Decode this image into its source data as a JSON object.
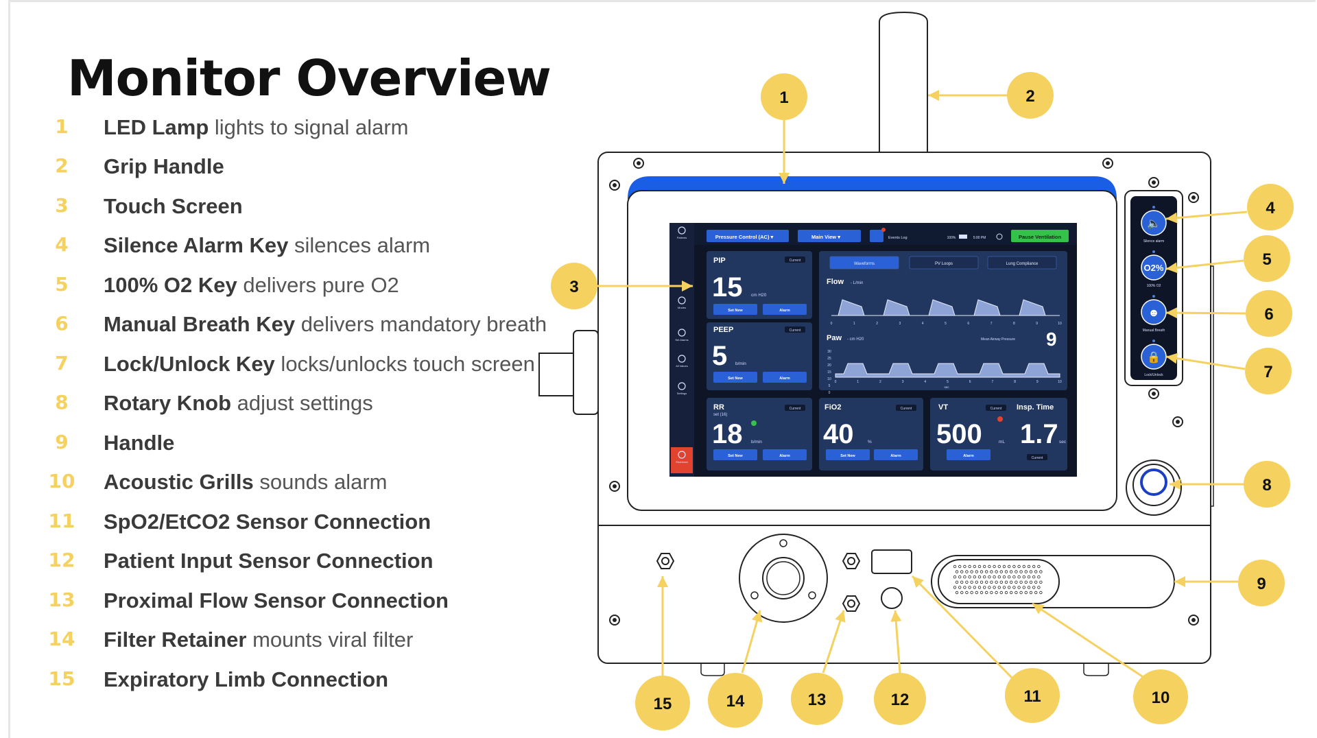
{
  "title": "Monitor Overview",
  "legend": [
    {
      "num": "1",
      "name": "LED Lamp",
      "desc": "lights to signal alarm"
    },
    {
      "num": "2",
      "name": "Grip Handle",
      "desc": ""
    },
    {
      "num": "3",
      "name": "Touch Screen",
      "desc": ""
    },
    {
      "num": "4",
      "name": "Silence Alarm Key",
      "desc": "silences alarm"
    },
    {
      "num": "5",
      "name": "100% O2 Key",
      "desc": "delivers pure O2"
    },
    {
      "num": "6",
      "name": "Manual Breath Key",
      "desc": "delivers mandatory breath"
    },
    {
      "num": "7",
      "name": "Lock/Unlock Key",
      "desc": "locks/unlocks touch screen"
    },
    {
      "num": "8",
      "name": "Rotary Knob",
      "desc": "adjust settings"
    },
    {
      "num": "9",
      "name": "Handle",
      "desc": ""
    },
    {
      "num": "10",
      "name": "Acoustic Grills",
      "desc": "sounds alarm"
    },
    {
      "num": "11",
      "name": "SpO2/EtCO2 Sensor Connection",
      "desc": ""
    },
    {
      "num": "12",
      "name": "Patient Input Sensor Connection",
      "desc": ""
    },
    {
      "num": "13",
      "name": "Proximal Flow Sensor Connection",
      "desc": ""
    },
    {
      "num": "14",
      "name": "Filter Retainer",
      "desc": "mounts viral filter"
    },
    {
      "num": "15",
      "name": "Expiratory Limb Connection",
      "desc": ""
    }
  ],
  "callouts": [
    "1",
    "2",
    "3",
    "4",
    "5",
    "6",
    "7",
    "8",
    "9",
    "10",
    "11",
    "12",
    "13",
    "14",
    "15"
  ],
  "colors": {
    "callout": "#f5d160",
    "led_lamp": "#1a5ee6",
    "screen_bg": "#1c2a4a",
    "panel": "#22375f",
    "button": "#2a61d6",
    "pause": "#35c24a",
    "shutdown": "#e0442f",
    "outline": "#222222"
  },
  "screen": {
    "sidebar": [
      "Patients",
      "Modes",
      "Set Alarms",
      "All Values",
      "Settings",
      "Shutdown"
    ],
    "mode_select": "Pressure Control (AC)",
    "view_select": "Main View",
    "events_log": "Events Log",
    "battery": "100%",
    "time": "5:00 PM",
    "pause_button": "Pause Ventilation",
    "tabs": [
      "Waveforms",
      "PV Loops",
      "Lung Compliance"
    ],
    "pip": {
      "label": "PIP",
      "value": "15",
      "unit": "cm H20",
      "tag": "Current",
      "btn1": "Set New",
      "btn2": "Alarm"
    },
    "peep": {
      "label": "PEEP",
      "value": "5",
      "unit": "b/min",
      "tag": "Current",
      "btn1": "Set New",
      "btn2": "Alarm"
    },
    "flow": {
      "label": "Flow",
      "unit": "L/min",
      "ticks": [
        "0",
        "1",
        "2",
        "3",
        "4",
        "5",
        "6",
        "7",
        "8",
        "9",
        "10"
      ]
    },
    "paw": {
      "label": "Paw",
      "unit": "cm H20",
      "mean_label": "Mean Airway Pressure",
      "mean_value": "9",
      "yticks": [
        "30",
        "25",
        "20",
        "15",
        "10",
        "5",
        "0"
      ],
      "ticks": [
        "0",
        "1",
        "2",
        "3",
        "4",
        "5",
        "6",
        "7",
        "8",
        "9",
        "10"
      ],
      "xlabel": "sec"
    },
    "rr": {
      "label": "RR",
      "sub": "set (16)",
      "value": "18",
      "unit": "b/min",
      "tag": "Current",
      "btn1": "Set New",
      "btn2": "Alarm"
    },
    "fio2": {
      "label": "FiO2",
      "value": "40",
      "unit": "%",
      "tag": "Current",
      "btn1": "Set New",
      "btn2": "Alarm"
    },
    "vt": {
      "label": "VT",
      "value": "500",
      "unit": "mL",
      "tag": "Current",
      "btn": "Alarm"
    },
    "insp": {
      "label": "Insp. Time",
      "value": "1.7",
      "unit": "sec",
      "tag": "Current"
    }
  },
  "side_keys": [
    {
      "label": "Silence alarm",
      "icon": "speaker-icon"
    },
    {
      "label": "100% O2",
      "glyph": "O2%",
      "icon": "o2-icon"
    },
    {
      "label": "Manual Breath",
      "icon": "breath-icon"
    },
    {
      "label": "Lock/Unlock",
      "icon": "lock-icon"
    }
  ]
}
